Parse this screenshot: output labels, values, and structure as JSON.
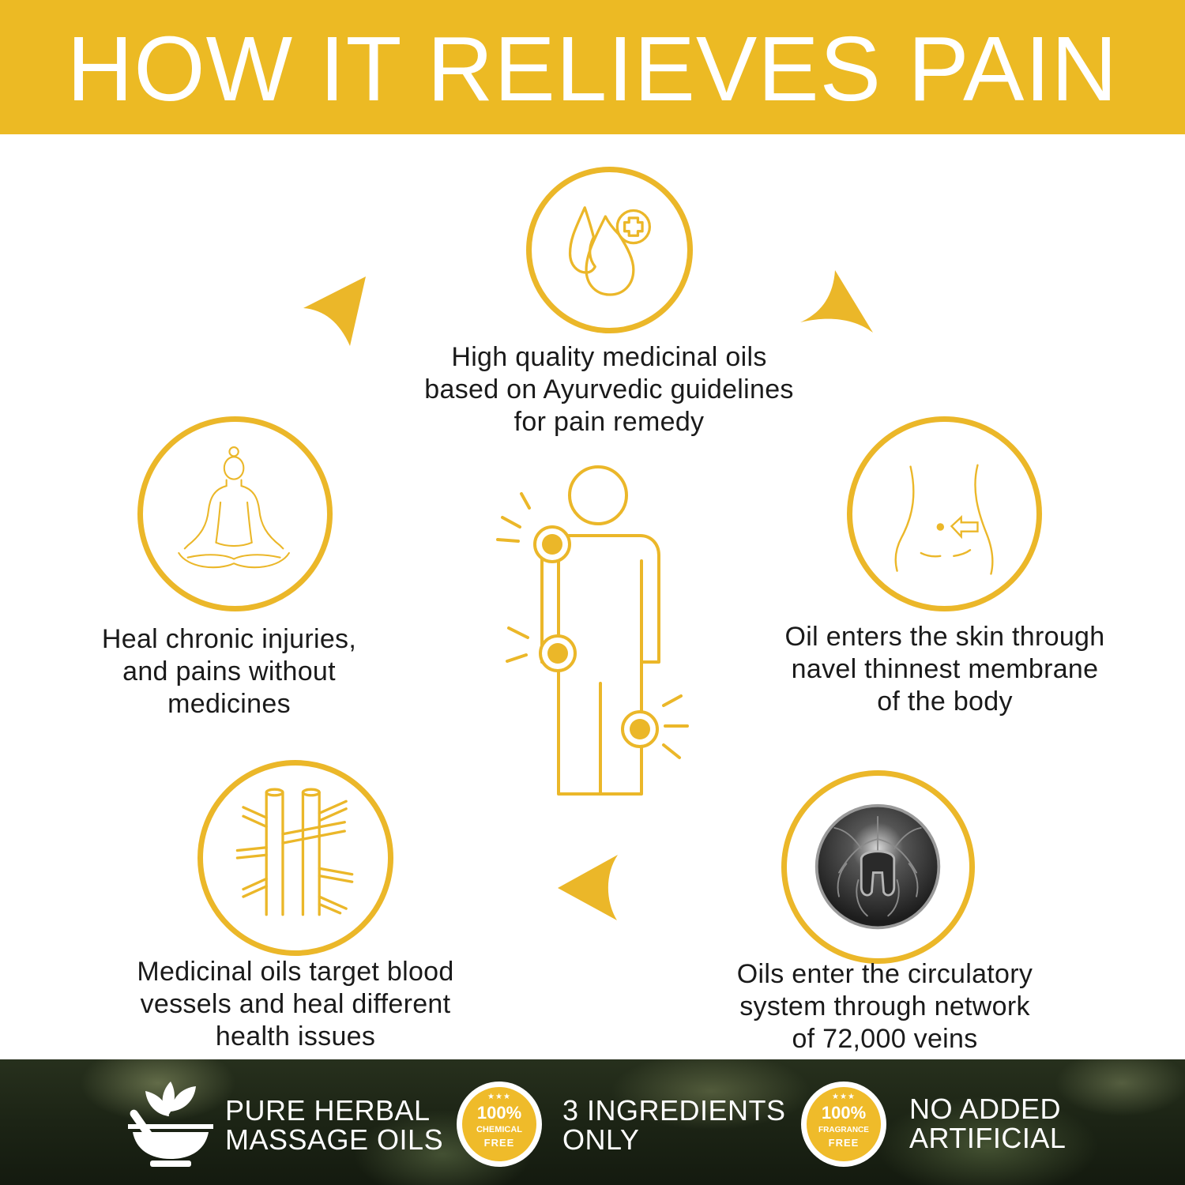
{
  "header": {
    "title": "HOW IT RELIEVES PAIN"
  },
  "steps": [
    {
      "icon": "oil-drops-plus-icon",
      "lines": [
        "High quality medicinal oils",
        "based on Ayurvedic guidelines",
        "for pain remedy"
      ]
    },
    {
      "icon": "navel-arrow-icon",
      "lines": [
        "Oil enters the skin through",
        "navel thinnest membrane",
        "of the body"
      ]
    },
    {
      "icon": "vein-network-icon",
      "lines": [
        "Oils enter the circulatory",
        "system through network",
        "of 72,000 veins"
      ]
    },
    {
      "icon": "blood-vessels-icon",
      "lines": [
        "Medicinal oils target blood",
        "vessels and heal different",
        "health issues"
      ]
    },
    {
      "icon": "meditation-pose-icon",
      "lines": [
        "Heal chronic injuries,",
        "and pains without",
        "medicines"
      ]
    }
  ],
  "center": {
    "icon": "body-pain-points-icon"
  },
  "footer": {
    "badges": [
      {
        "icon": "herbal-mortar-icon",
        "lines": [
          "PURE HERBAL",
          "MASSAGE  OILS"
        ]
      },
      {
        "seal": {
          "pct": "100%",
          "top": "CHEMICAL",
          "bottom": "FREE"
        },
        "lines": [
          "3 INGREDIENTS",
          "ONLY"
        ]
      },
      {
        "seal": {
          "pct": "100%",
          "top": "FRAGRANCE",
          "bottom": "FREE"
        },
        "lines": [
          "NO ADDED",
          "ARTIFICIAL"
        ]
      }
    ]
  },
  "colors": {
    "accent": "#ECBA24",
    "text": "#1a1a1a",
    "footer_bg": "#1c2415"
  }
}
